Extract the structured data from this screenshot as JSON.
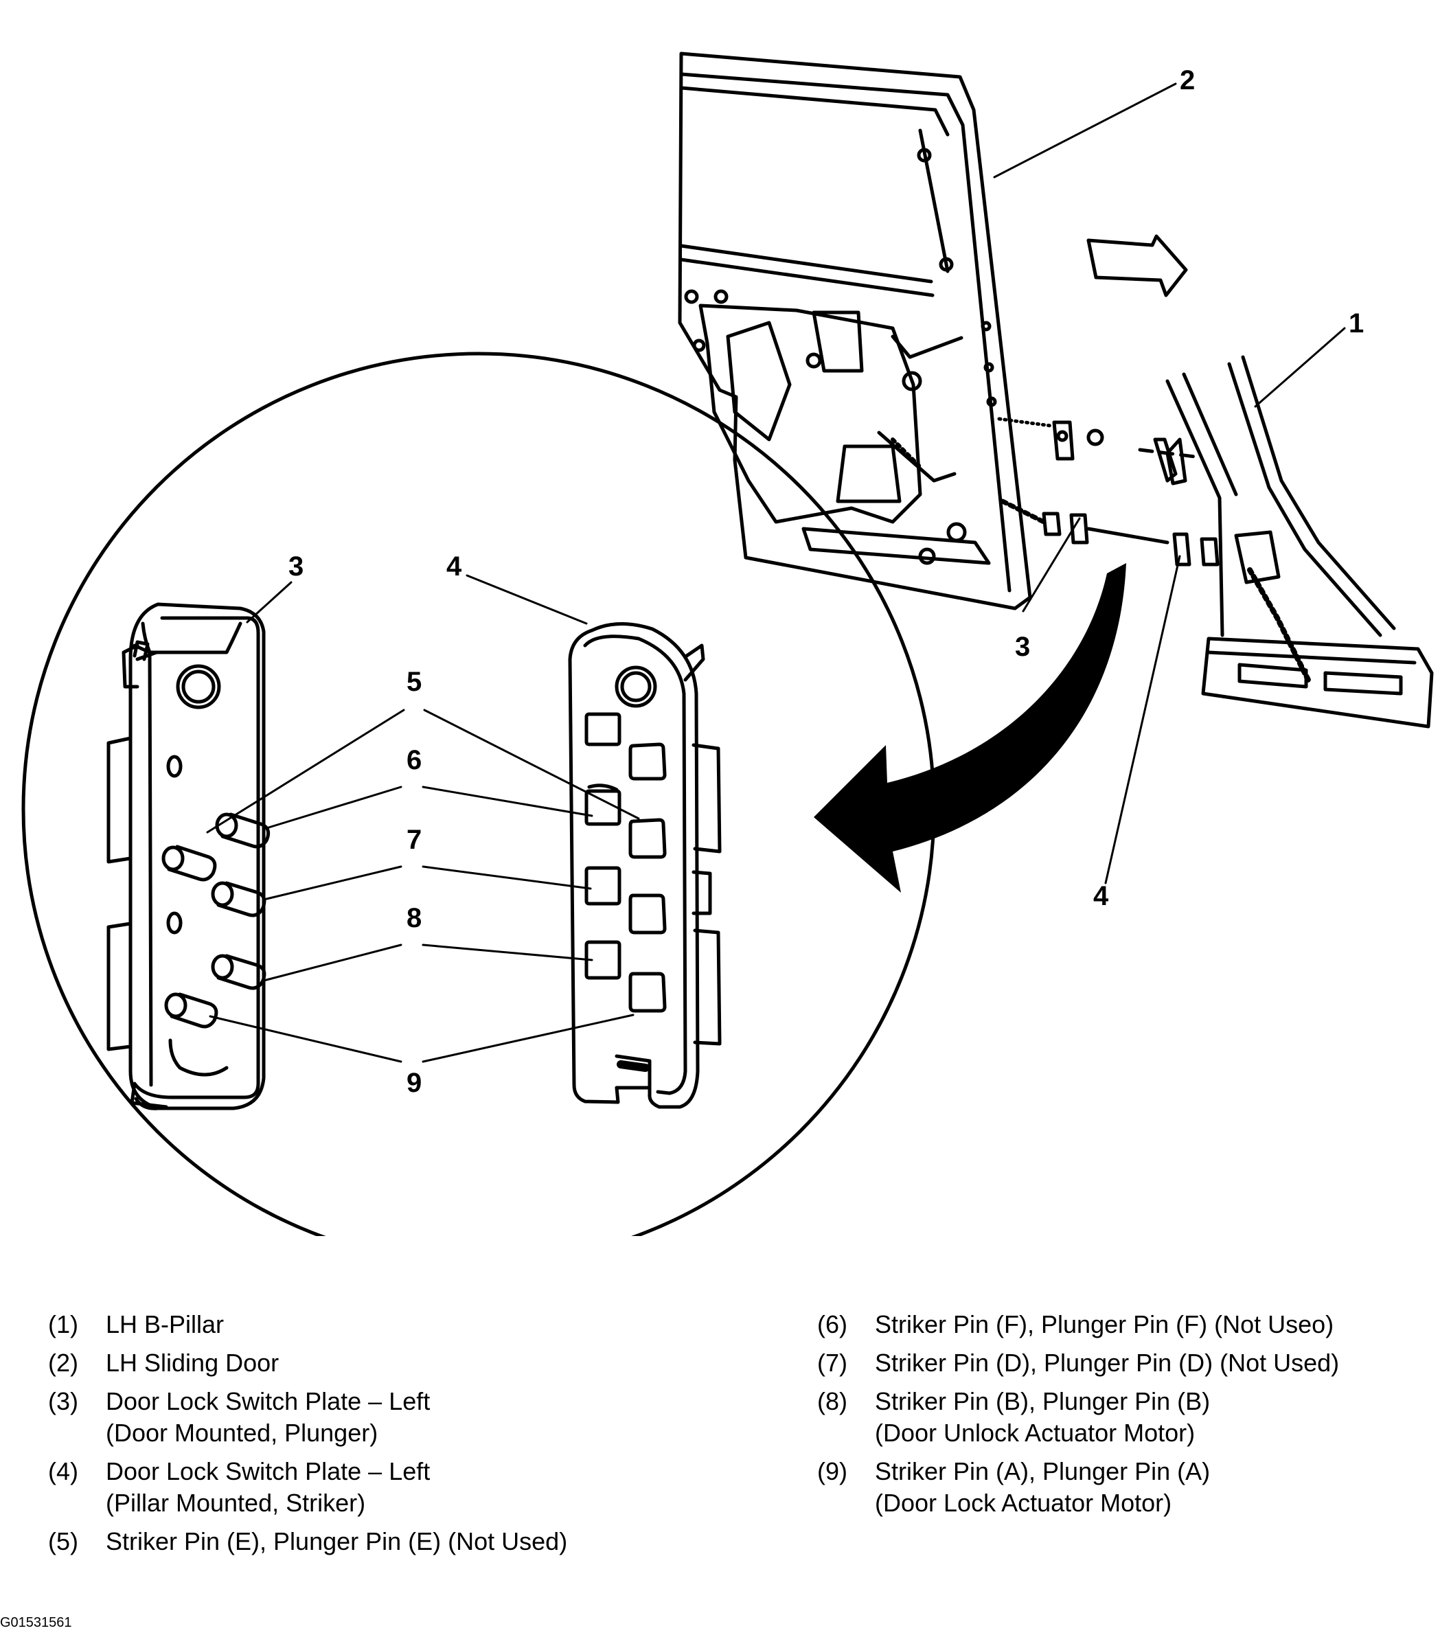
{
  "callouts": [
    "1",
    "2",
    "3",
    "3",
    "4",
    "4",
    "5",
    "6",
    "7",
    "8",
    "9"
  ],
  "legend_left": [
    {
      "num": "(1)",
      "lines": [
        "LH B-Pillar"
      ]
    },
    {
      "num": "(2)",
      "lines": [
        "LH Sliding Door"
      ]
    },
    {
      "num": "(3)",
      "lines": [
        "Door Lock Switch Plate – Left",
        "(Door Mounted, Plunger)"
      ]
    },
    {
      "num": "(4)",
      "lines": [
        "Door Lock Switch Plate – Left",
        "(Pillar Mounted, Striker)"
      ]
    },
    {
      "num": "(5)",
      "lines": [
        "Striker Pin (E), Plunger Pin (E) (Not Used)"
      ]
    }
  ],
  "legend_right": [
    {
      "num": "(6)",
      "lines": [
        "Striker Pin (F), Plunger Pin (F) (Not Useo)"
      ]
    },
    {
      "num": "(7)",
      "lines": [
        "Striker Pin (D), Plunger Pin (D) (Not Used)"
      ]
    },
    {
      "num": "(8)",
      "lines": [
        "Striker Pin (B), Plunger Pin (B)",
        "(Door Unlock Actuator Motor)"
      ]
    },
    {
      "num": "(9)",
      "lines": [
        "Striker Pin (A), Plunger Pin (A)",
        "(Door Lock Actuator Motor)"
      ]
    }
  ],
  "figure_id": "G01531561"
}
